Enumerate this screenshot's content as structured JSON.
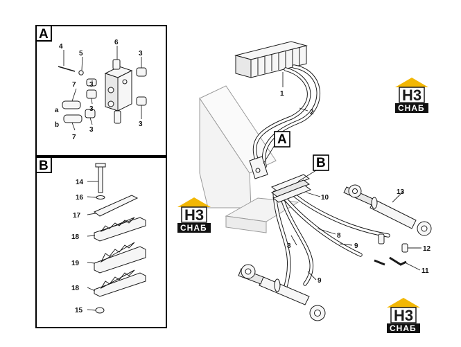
{
  "panels": {
    "a": {
      "letter": "A"
    },
    "b": {
      "letter": "B"
    }
  },
  "callouts": {
    "main_a": "A",
    "main_b": "B",
    "n1": "1",
    "n2": "2",
    "n8a": "8",
    "n8b": "8",
    "n9a": "9",
    "n9b": "9",
    "n10": "10",
    "n11": "11",
    "n12": "12",
    "n13": "13",
    "a3a": "3",
    "a3b": "3",
    "a3c": "3",
    "a3d": "3",
    "a3e": "3",
    "a4": "4",
    "a5": "5",
    "a6": "6",
    "a7a": "7",
    "a7b": "7",
    "aa": "a",
    "ab": "b",
    "b14": "14",
    "b16": "16",
    "b17": "17",
    "b18a": "18",
    "b19": "19",
    "b18b": "18",
    "b15": "15"
  },
  "watermark": {
    "logo_text": "H3",
    "brand_text": "CHAБ",
    "colors": {
      "roof": "#f2b705",
      "plate": "#111111",
      "logo": "#1a1a1a"
    }
  }
}
